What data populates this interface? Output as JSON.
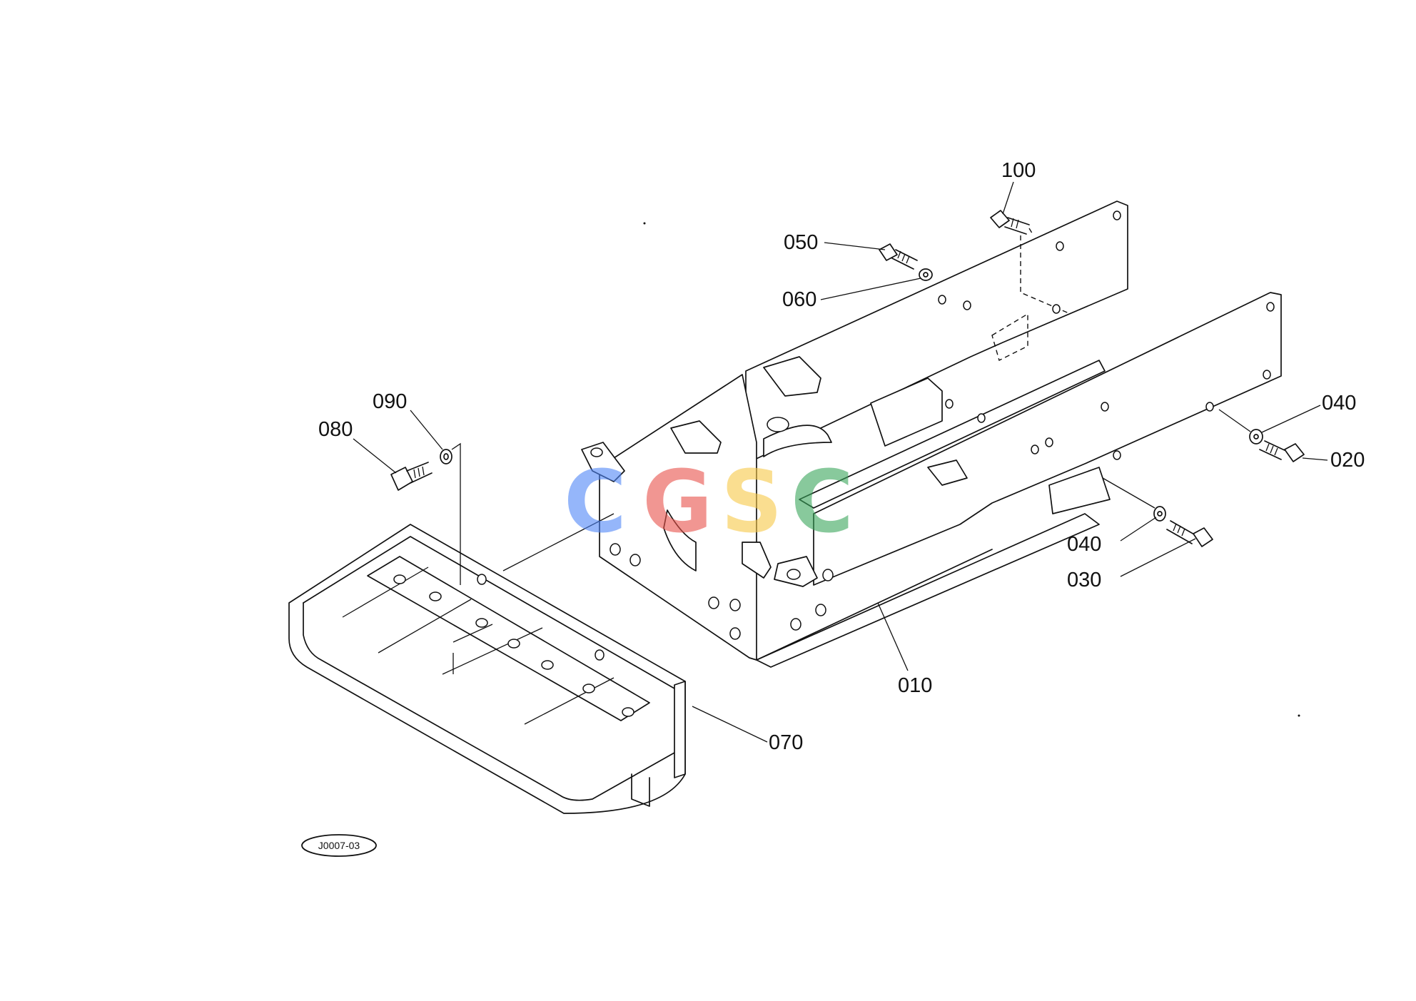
{
  "diagram": {
    "callouts": {
      "p010": "010",
      "p020": "020",
      "p030": "030",
      "p040a": "040",
      "p040b": "040",
      "p050": "050",
      "p060": "060",
      "p070": "070",
      "p080": "080",
      "p090": "090",
      "p100": "100"
    },
    "figure_code": "J0007-03",
    "watermark": {
      "letters": [
        "C",
        "G",
        "S",
        "C"
      ],
      "colors": [
        "#4f86f7",
        "#e8524a",
        "#f7c948",
        "#3aa65b"
      ]
    }
  }
}
